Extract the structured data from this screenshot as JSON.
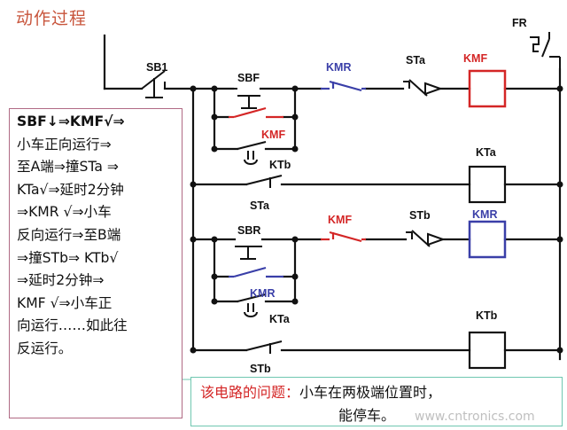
{
  "title": "动作过程",
  "labels": {
    "fr": "FR",
    "sb1": "SB1",
    "sbf": "SBF",
    "kmr_contact_1": "KMR",
    "sta_1": "STa",
    "kmf_coil": "KMF",
    "kmf_contact_hold": "KMF",
    "ktb_contact": "KTb",
    "kta_coil": "KTa",
    "sta_2": "STa",
    "sbr": "SBR",
    "kmf_contact_2": "KMF",
    "stb_1": "STb",
    "kmr_coil": "KMR",
    "kmr_contact_hold": "KMR",
    "kta_contact": "KTa",
    "ktb_coil": "KTb",
    "stb_2": "STb"
  },
  "process_text": [
    "SBF↓⇒KMF√⇒",
    "小车正向运行⇒",
    "至A端⇒撞STa ⇒",
    "KTa√⇒延时2分钟",
    "⇒KMR √⇒小车",
    "反向运行⇒至B端",
    "⇒撞STb⇒ KTb√",
    "⇒延时2分钟⇒",
    "KMF √⇒小车正",
    "向运行……如此往",
    "反运行。"
  ],
  "note": {
    "heading": "该电路的问题：",
    "line1": "小车在两极端位置时，",
    "line2": "能停车。"
  },
  "watermark": "www.cntronics.com",
  "colors": {
    "title": "#c8553c",
    "red": "#d42626",
    "blue": "#3a3fa8",
    "wire": "#111111",
    "text_border": "#b06a84",
    "note_border": "#6fc7b0"
  }
}
